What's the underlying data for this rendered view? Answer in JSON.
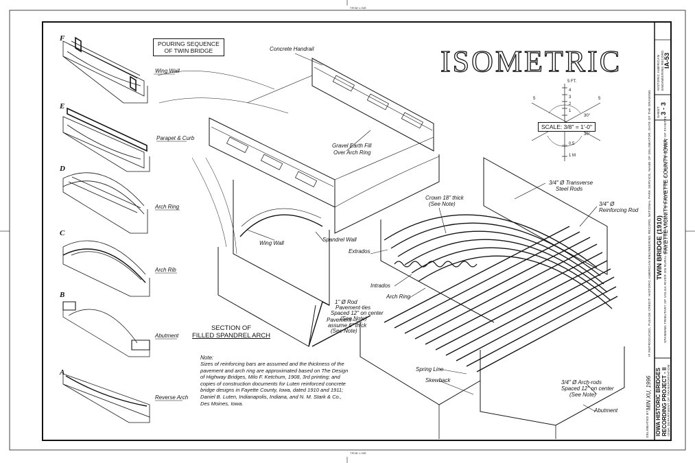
{
  "trim_label": "TRIM LINE",
  "title": "ISOMETRIC",
  "pouring_sequence": {
    "line1": "POURING SEQUENCE",
    "line2": "OF TWIN BRIDGE"
  },
  "stages": [
    {
      "letter": "F",
      "label": "Wing Wall"
    },
    {
      "letter": "E",
      "label": "Parapet & Curb"
    },
    {
      "letter": "D",
      "label": "Arch Ring"
    },
    {
      "letter": "C",
      "label": "Arch Rib"
    },
    {
      "letter": "B",
      "label": "Abutment"
    },
    {
      "letter": "A",
      "label": "Reverse Arch"
    }
  ],
  "section_title": {
    "line1": "SECTION OF",
    "line2": "FILLED SPANDREL ARCH"
  },
  "callouts": {
    "concrete_handrail": "Concrete Handrail",
    "gravel_fill_1": "Gravel Earth Fill",
    "gravel_fill_2": "Over Arch Ring",
    "wing_wall": "Wing Wall",
    "spandrel_wall": "Spandrel Wall",
    "extrados": "Extrados",
    "intrados": "Intrados",
    "arch_ring": "Arch Ring",
    "rod_1": "1\" Ø Rod",
    "rod_2": "Pavement-ties",
    "rod_3": "Spaced 12\" on center",
    "rod_4": "(See Note)",
    "pavement_1": "Pavement",
    "pavement_2": "assume 6\" thick",
    "pavement_3": "(See Note)",
    "crown_1": "Crown 18\" thick",
    "crown_2": "(See Note)",
    "transverse_1": "3/4\" Ø Transverse",
    "transverse_2": "Steel Rods",
    "reinforcing_1": "3/4\" Ø",
    "reinforcing_2": "Reinforcing Rod",
    "spring_line": "Spring Line",
    "skewback": "Skewback",
    "arch_rods_1": "3/4\" Ø Arch-rods",
    "arch_rods_2": "Spaced 12\" on center",
    "arch_rods_3": "(See Note)",
    "abutment": "Abutment"
  },
  "note": {
    "heading": "Note:",
    "body": "Sizes of reinforcing bars are assumed and the thickness of the pavement and arch ring are approximated based on The Design of Highway Bridges, Milo F. Ketchum, 1908, 3rd printing; and copies of construction documents for Luten reinforced concrete bridge designs in Fayette County, Iowa, dated 1910 and 1911; Daniel B. Luten, Indianapolis, Indiana, and N. M. Stark & Co., Des Moines, Iowa."
  },
  "scale": {
    "label": "SCALE:  3/8\" = 1'-0\"",
    "ft": "5 FT.",
    "m": "1 M",
    "ticks_up": [
      "4",
      "3",
      "2",
      "1"
    ],
    "tick_half": "0.5",
    "side_left": "5",
    "side_right": "5",
    "angle_upper": "30°",
    "angle_lower": "30°"
  },
  "title_block": {
    "delineated_by": "DELINEATED BY:",
    "delineator": "MIN XU, 1996",
    "program_1": "IOWA HISTORIC BRIDGES",
    "program_2": "RECORDING PROJECT - II",
    "program_small": "IOWA DEPARTMENT OF TRANSPORTATION",
    "bridge_name": "TWIN BRIDGE (1910)",
    "location": "SPANNING TRIBUTARY OF VOLGA RIVER ON RURAL ROAD IN HORSE THIEF'S CAVE STATE PARK, 4.2 MILES SOUTHWEST OF FAYETTE",
    "county": "FAYETTE VICINITY     FAYETTE COUNTY     IOWA",
    "credit": "IF REPRODUCED, PLEASE CREDIT: HISTORIC AMERICAN ENGINEERING RECORD, NATIONAL PARK SERVICE, NAME OF DELINEATOR, DATE OF THE DRAWING",
    "sheet_label": "SHEET",
    "sheet": "3 - 3",
    "haer_1": "HISTORIC AMERICAN",
    "haer_2": "ENGINEERING RECORD",
    "number": "IA-53"
  }
}
